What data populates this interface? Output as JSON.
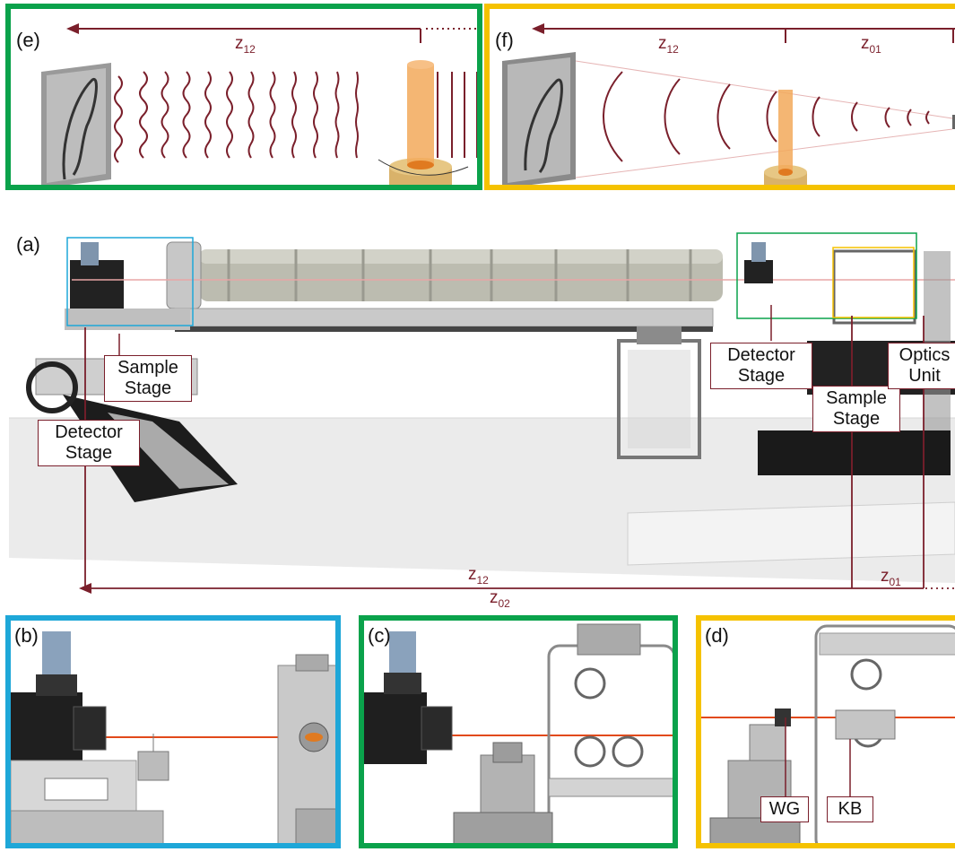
{
  "colors": {
    "panel_e_border": "#0aa24b",
    "panel_f_border": "#f5c200",
    "panel_b_border": "#1ea7d8",
    "panel_c_border": "#0aa24b",
    "panel_d_border": "#f5c200",
    "distance_lines": "#7a1f2b",
    "beam": "#e24a1a"
  },
  "panels": {
    "e": {
      "label": "(e)",
      "z12": "z",
      "z12_sub": "12"
    },
    "f": {
      "label": "(f)",
      "z12": "z",
      "z12_sub": "12",
      "z01": "z",
      "z01_sub": "01"
    },
    "a": {
      "label": "(a)"
    },
    "b": {
      "label": "(b)"
    },
    "c": {
      "label": "(c)"
    },
    "d": {
      "label": "(d)",
      "wg": "WG",
      "kb": "KB"
    }
  },
  "overview": {
    "left_sample_stage": [
      "Sample",
      "Stage"
    ],
    "left_detector_stage": [
      "Detector",
      "Stage"
    ],
    "right_detector_stage": [
      "Detector",
      "Stage"
    ],
    "right_sample_stage": [
      "Sample",
      "Stage"
    ],
    "right_optics_unit": [
      "Optics",
      "Unit"
    ],
    "z12": "z",
    "z12_sub": "12",
    "z01": "z",
    "z01_sub": "01",
    "z02": "z",
    "z02_sub": "02"
  }
}
